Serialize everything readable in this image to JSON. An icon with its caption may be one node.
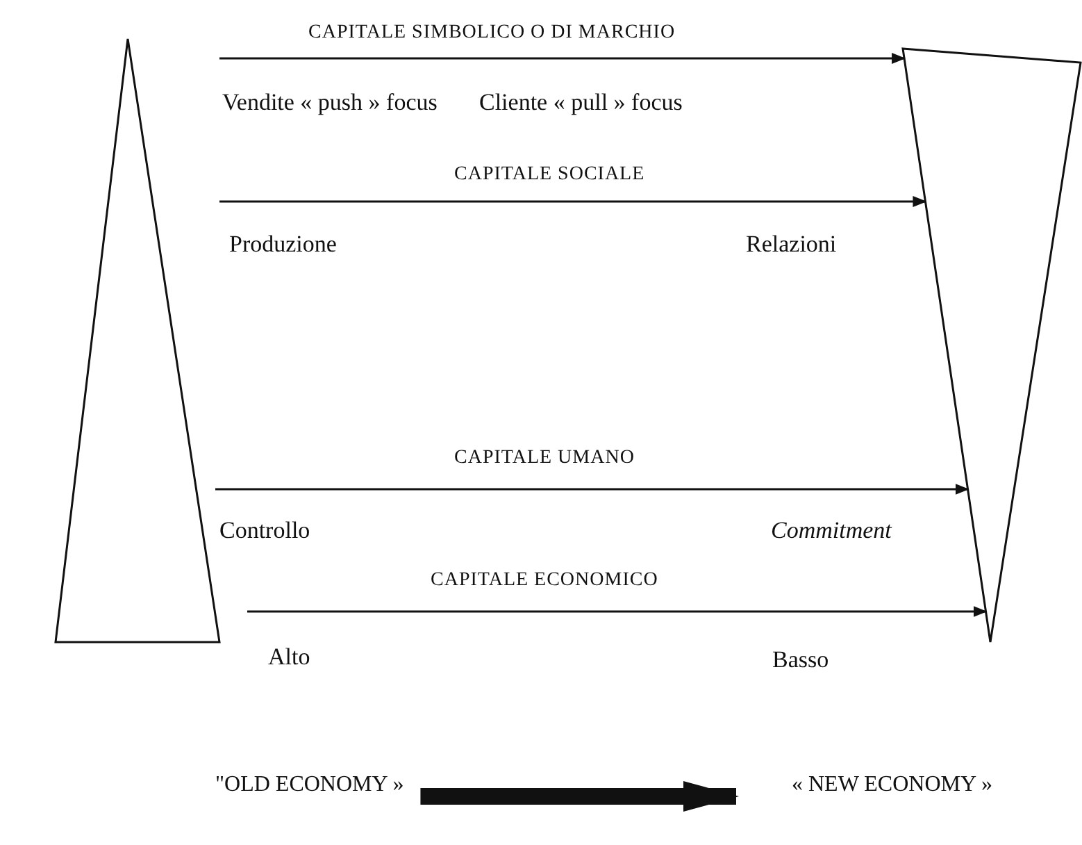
{
  "diagram": {
    "nodes": [
      {
        "text": [],
        "shape": "triangle"
      },
      {
        "text": [],
        "shape": "triangle"
      },
      {
        "text": [
          "\"OLD ECONOMY »"
        ]
      },
      {
        "text": [
          "« NEW ECONOMY »"
        ]
      }
    ],
    "edges": [
      {
        "from": null,
        "to": 1,
        "arrow": "to",
        "label": "CAPITALE SIMBOLICO O DI MARCHIO"
      },
      {
        "from": null,
        "to": 1,
        "arrow": "to",
        "label": "CAPITALE SOCIALE"
      },
      {
        "from": null,
        "to": 1,
        "arrow": "to",
        "label": "CAPITALE UMANO"
      },
      {
        "from": null,
        "to": 1,
        "arrow": "to",
        "label": "CAPITALE ECONOMICO"
      },
      {
        "from": 2,
        "to": 3,
        "arrow": "to",
        "style": "thick"
      }
    ],
    "labels": [
      "Vendite « push » focus",
      "Cliente « pull » focus",
      "Produzione",
      "Relazioni",
      "Controllo",
      "Commitment",
      "Alto",
      "Basso"
    ]
  }
}
